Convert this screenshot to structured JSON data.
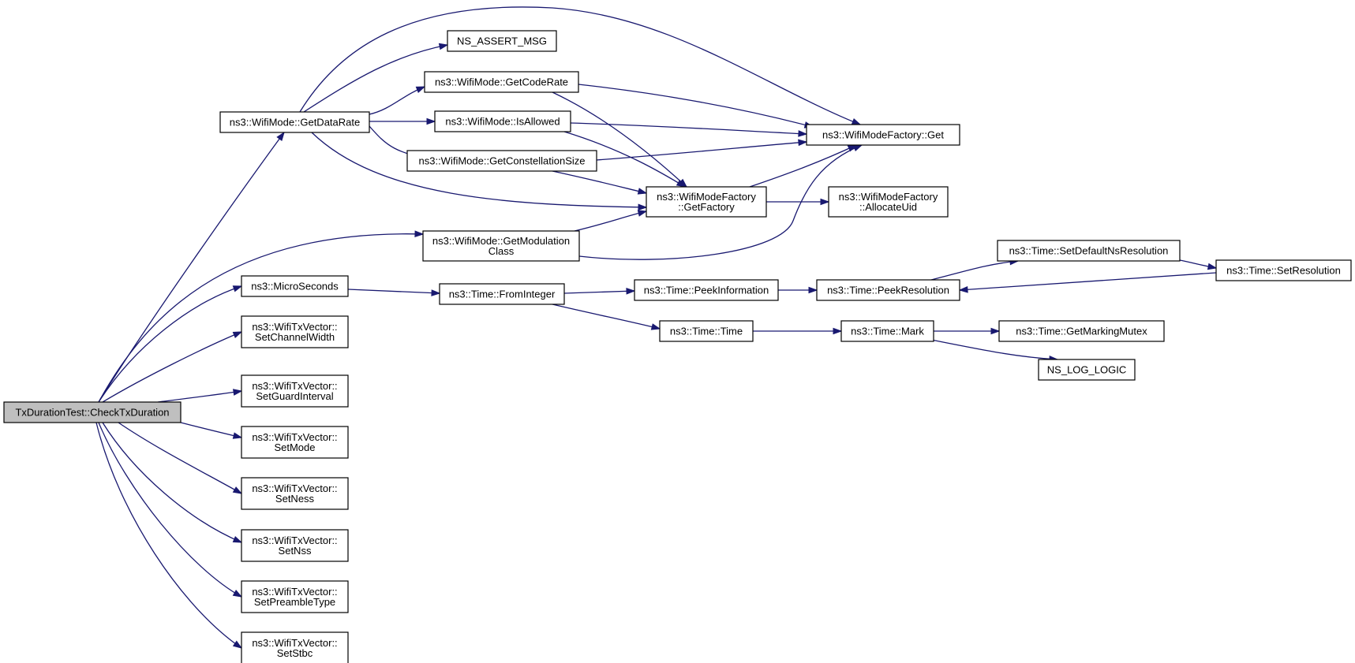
{
  "nodes": [
    {
      "id": "root",
      "lines": [
        "TxDurationTest::CheckTxDuration"
      ]
    },
    {
      "id": "getdatarate",
      "lines": [
        "ns3::WifiMode::GetDataRate"
      ]
    },
    {
      "id": "assertmsg",
      "lines": [
        "NS_ASSERT_MSG"
      ]
    },
    {
      "id": "getcoderate",
      "lines": [
        "ns3::WifiMode::GetCodeRate"
      ]
    },
    {
      "id": "isallowed",
      "lines": [
        "ns3::WifiMode::IsAllowed"
      ]
    },
    {
      "id": "getconst",
      "lines": [
        "ns3::WifiMode::GetConstellationSize"
      ]
    },
    {
      "id": "factoryget",
      "lines": [
        "ns3::WifiModeFactory::Get"
      ]
    },
    {
      "id": "getfactory",
      "lines": [
        "ns3::WifiModeFactory",
        "::GetFactory"
      ]
    },
    {
      "id": "allocuid",
      "lines": [
        "ns3::WifiModeFactory",
        "::AllocateUid"
      ]
    },
    {
      "id": "getmodclass",
      "lines": [
        "ns3::WifiMode::GetModulation",
        "Class"
      ]
    },
    {
      "id": "micro",
      "lines": [
        "ns3::MicroSeconds"
      ]
    },
    {
      "id": "frominteger",
      "lines": [
        "ns3::Time::FromInteger"
      ]
    },
    {
      "id": "peekinfo",
      "lines": [
        "ns3::Time::PeekInformation"
      ]
    },
    {
      "id": "peekres",
      "lines": [
        "ns3::Time::PeekResolution"
      ]
    },
    {
      "id": "setdefault",
      "lines": [
        "ns3::Time::SetDefaultNsResolution"
      ]
    },
    {
      "id": "setres",
      "lines": [
        "ns3::Time::SetResolution"
      ]
    },
    {
      "id": "timetime",
      "lines": [
        "ns3::Time::Time"
      ]
    },
    {
      "id": "mark",
      "lines": [
        "ns3::Time::Mark"
      ]
    },
    {
      "id": "getmutex",
      "lines": [
        "ns3::Time::GetMarkingMutex"
      ]
    },
    {
      "id": "loglogic",
      "lines": [
        "NS_LOG_LOGIC"
      ]
    },
    {
      "id": "setchan",
      "lines": [
        "ns3::WifiTxVector::",
        "SetChannelWidth"
      ]
    },
    {
      "id": "setguard",
      "lines": [
        "ns3::WifiTxVector::",
        "SetGuardInterval"
      ]
    },
    {
      "id": "setmode",
      "lines": [
        "ns3::WifiTxVector::",
        "SetMode"
      ]
    },
    {
      "id": "setness",
      "lines": [
        "ns3::WifiTxVector::",
        "SetNess"
      ]
    },
    {
      "id": "setnss",
      "lines": [
        "ns3::WifiTxVector::",
        "SetNss"
      ]
    },
    {
      "id": "setpreamble",
      "lines": [
        "ns3::WifiTxVector::",
        "SetPreambleType"
      ]
    },
    {
      "id": "setstbc",
      "lines": [
        "ns3::WifiTxVector::",
        "SetStbc"
      ]
    }
  ],
  "edges": [
    {
      "from": "root",
      "to": "getdatarate"
    },
    {
      "from": "root",
      "to": "getmodclass"
    },
    {
      "from": "root",
      "to": "micro"
    },
    {
      "from": "root",
      "to": "setchan"
    },
    {
      "from": "root",
      "to": "setguard"
    },
    {
      "from": "root",
      "to": "setmode"
    },
    {
      "from": "root",
      "to": "setness"
    },
    {
      "from": "root",
      "to": "setnss"
    },
    {
      "from": "root",
      "to": "setpreamble"
    },
    {
      "from": "root",
      "to": "setstbc"
    },
    {
      "from": "getdatarate",
      "to": "assertmsg"
    },
    {
      "from": "getdatarate",
      "to": "getcoderate"
    },
    {
      "from": "getdatarate",
      "to": "isallowed"
    },
    {
      "from": "getdatarate",
      "to": "getconst"
    },
    {
      "from": "getdatarate",
      "to": "factoryget"
    },
    {
      "from": "getdatarate",
      "to": "getfactory"
    },
    {
      "from": "getcoderate",
      "to": "factoryget"
    },
    {
      "from": "getcoderate",
      "to": "getfactory"
    },
    {
      "from": "isallowed",
      "to": "factoryget"
    },
    {
      "from": "isallowed",
      "to": "getfactory"
    },
    {
      "from": "getconst",
      "to": "factoryget"
    },
    {
      "from": "getconst",
      "to": "getfactory"
    },
    {
      "from": "getfactory",
      "to": "factoryget"
    },
    {
      "from": "getfactory",
      "to": "allocuid"
    },
    {
      "from": "getmodclass",
      "to": "getfactory"
    },
    {
      "from": "getmodclass",
      "to": "factoryget"
    },
    {
      "from": "micro",
      "to": "frominteger"
    },
    {
      "from": "frominteger",
      "to": "peekinfo"
    },
    {
      "from": "frominteger",
      "to": "timetime"
    },
    {
      "from": "peekinfo",
      "to": "peekres"
    },
    {
      "from": "peekres",
      "to": "setdefault"
    },
    {
      "from": "setdefault",
      "to": "setres"
    },
    {
      "from": "setres",
      "to": "peekres"
    },
    {
      "from": "timetime",
      "to": "mark"
    },
    {
      "from": "mark",
      "to": "getmutex"
    },
    {
      "from": "mark",
      "to": "loglogic"
    }
  ]
}
